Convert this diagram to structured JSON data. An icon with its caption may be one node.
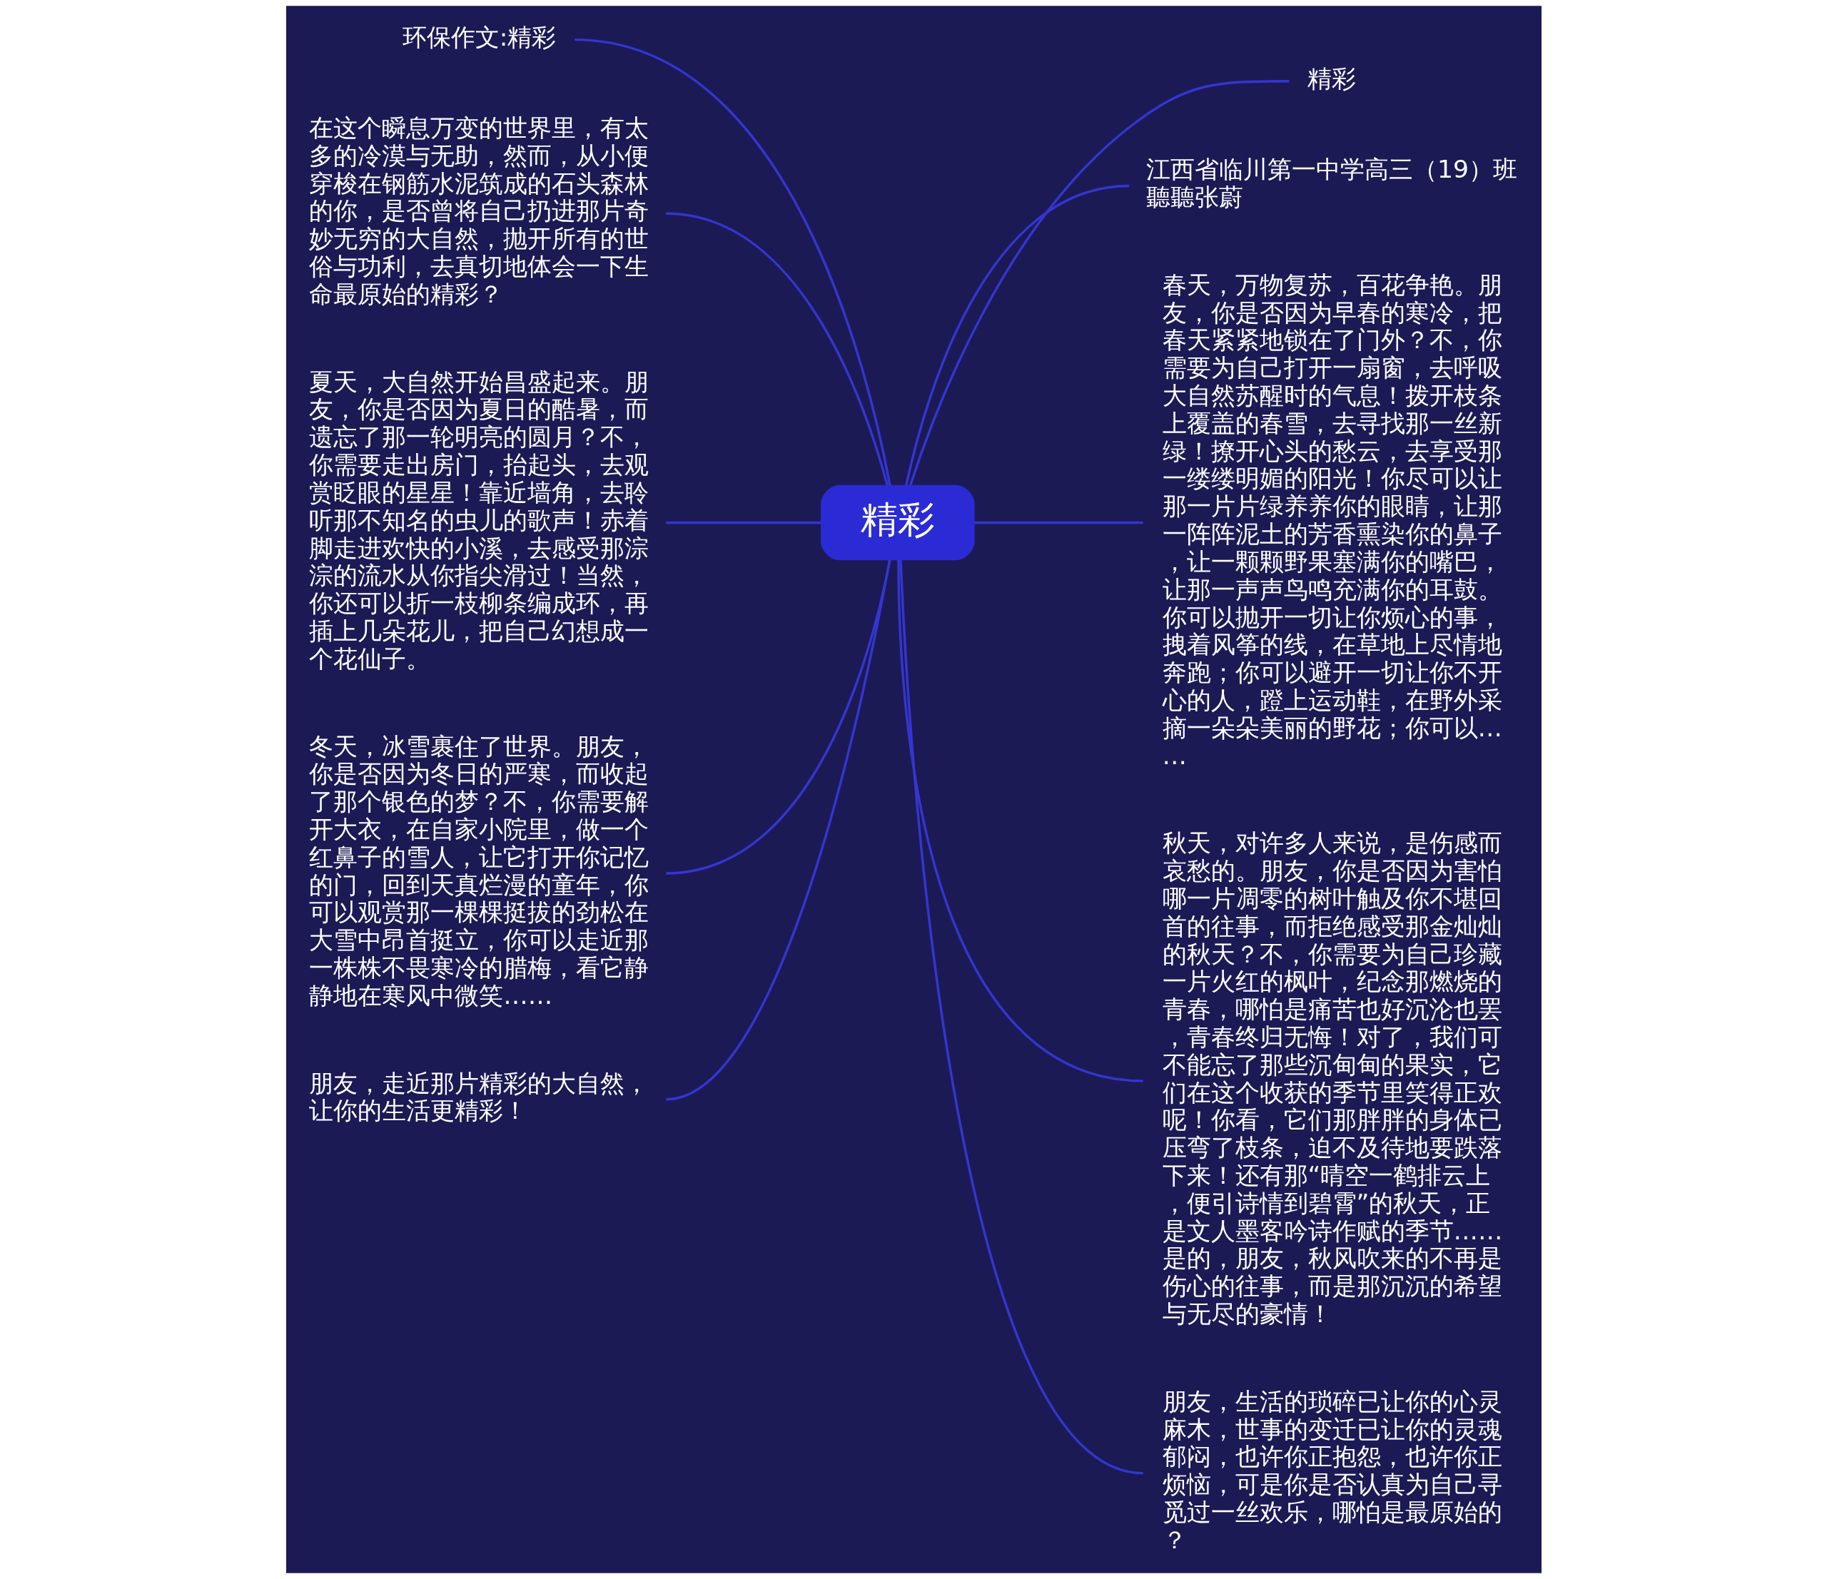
{
  "diagram": {
    "nodes": [
      {
        "text": [
          "精彩"
        ]
      },
      {
        "text": [
          "精彩"
        ]
      },
      {
        "text": [
          "江西省临川第一中学高三（19）班聽聽张蔚"
        ]
      },
      {
        "text": [
          "环保作文:精彩"
        ]
      },
      {
        "text": [
          "在这个瞬息万变的世界里，有太多的冷漠与无助，然而，从小便穿梭在钢筋水泥筑成的石头森林的你，是否曾将自己扔进那片奇妙无穷的大自然，抛开所有的世俗与功利，去真切地体会一下生命最原始的精彩？"
        ]
      },
      {
        "text": [
          "春天，万物复苏，百花争艳。朋友，你是否因为早春的寒冷，把春天紧紧地锁在了门外？不，你需要为自己打开一扇窗，去呼吸大自然苏醒时的气息！拨开枝条上覆盖的春雪，去寻找那一丝新绿！撩开心头的愁云，去享受那一缕缕明媚的阳光！你尽可以让那一片片绿养养你的眼睛，让那一阵阵泥土的芳香熏染你的鼻子，让一颗颗野果塞满你的嘴巴，让那一声声鸟鸣充满你的耳鼓。你可以抛开一切让你烦心的事，拽着风筝的线，在草地上尽情地奔跑；你可以避开一切让你不开心的人，蹬上运动鞋，在野外采摘一朵朵美丽的野花；你可以……"
        ]
      },
      {
        "text": [
          "夏天，大自然开始昌盛起来。朋友，你是否因为夏日的酷暑，而遗忘了那一轮明亮的圆月？不，你需要走出房门，抬起头，去观赏眨眼的星星！靠近墙角，去聆听那不知名的虫儿的歌声！赤着脚走进欢快的小溪，去感受那淙淙的流水从你指尖滑过！当然，你还可以折一枝柳条编成环，再插上几朵花儿，把自己幻想成一个花仙子。"
        ]
      },
      {
        "text": [
          "秋天，对许多人来说，是伤感而哀愁的。朋友，你是否因为害怕哪一片凋零的树叶触及你不堪回首的往事，而拒绝感受那金灿灿的秋天？不，你需要为自己珍藏一片火红的枫叶，纪念那燃烧的青春，哪怕是痛苦也好沉沦也罢，青春终归无悔！对了，我们可不能忘了那些沉甸甸的果实，它们在这个收获的季节里笑得正欢呢！你看，它们那胖胖的身体已压弯了枝条，迫不及待地要跌落下来！还有那“晴空一鹤排云上，便引诗情到碧霄”的秋天，正是文人墨客吟诗作赋的季节……是的，朋友，秋风吹来的不再是伤心的往事，而是那沉沉的希望与无尽的豪情！"
        ]
      },
      {
        "text": [
          "冬天，冰雪裹住了世界。朋友，你是否因为冬日的严寒，而收起了那个银色的梦？不，你需要解开大衣，在自家小院里，做一个红鼻子的雪人，让它打开你记忆的门，回到天真烂漫的童年，你可以观赏那一棵棵挺拔的劲松在大雪中昂首挺立，你可以走近那一株株不畏寒冷的腊梅，看它静静地在寒风中微笑……"
        ]
      },
      {
        "text": [
          "朋友，走近那片精彩的大自然，让你的生活更精彩！"
        ]
      },
      {
        "text": [
          "朋友，生活的琐碎已让你的心灵麻木，世事的变迁已让你的灵魂郁闷，也许你正抱怨，也许你正烦恼，可是你是否认真为自己寻觅过一丝欢乐，哪怕是最原始的？"
        ]
      }
    ],
    "edges": [
      {
        "from": 0,
        "to": 1,
        "arrow": "none"
      },
      {
        "from": 0,
        "to": 2,
        "arrow": "none"
      },
      {
        "from": 0,
        "to": 3,
        "arrow": "none"
      },
      {
        "from": 0,
        "to": 4,
        "arrow": "none"
      },
      {
        "from": 0,
        "to": 5,
        "arrow": "none"
      },
      {
        "from": 0,
        "to": 6,
        "arrow": "none"
      },
      {
        "from": 0,
        "to": 7,
        "arrow": "none"
      },
      {
        "from": 0,
        "to": 8,
        "arrow": "none"
      },
      {
        "from": 0,
        "to": 9,
        "arrow": "none"
      },
      {
        "from": 0,
        "to": 10,
        "arrow": "none"
      }
    ]
  }
}
